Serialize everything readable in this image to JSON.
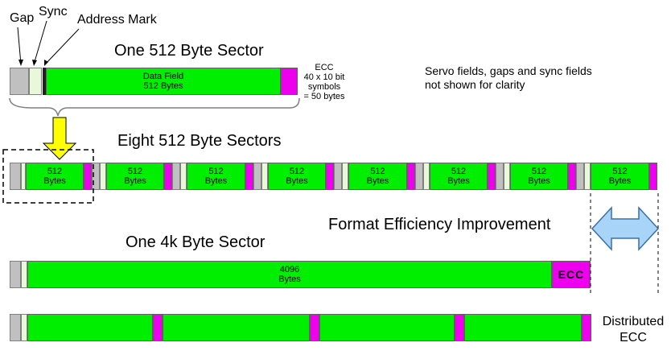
{
  "labels": {
    "gap": "Gap",
    "sync": "Sync",
    "address_mark": "Address Mark",
    "one_sector_title": "One 512 Byte Sector",
    "data_field": "Data Field\n512 Bytes",
    "ecc_note": "ECC\n40 x 10 bit\nsymbols\n= 50 bytes",
    "servo_note": "Servo fields, gaps and sync fields\nnot shown for clarity",
    "eight_sectors_title": "Eight 512 Byte Sectors",
    "sector_bytes": "512\nBytes",
    "format_efficiency": "Format Efficiency Improvement",
    "one_4k_title": "One 4k Byte Sector",
    "bytes_4096": "4096\nBytes",
    "ecc_box": "ECC",
    "distributed_ecc": "Distributed\nECC"
  },
  "colors": {
    "data": "#00ee00",
    "ecc": "#ee00ee",
    "gap": "#c0c0c0",
    "sync": "#e8f8d8",
    "arrow_yellow": "#ffff00",
    "arrow_blue": "#a8d4f8"
  }
}
